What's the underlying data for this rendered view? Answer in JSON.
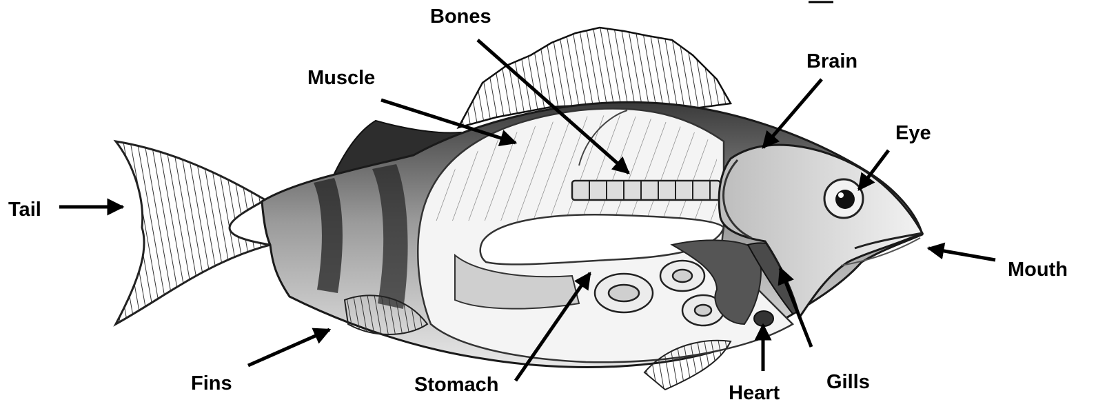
{
  "diagram": {
    "labels": {
      "bones": "Bones",
      "muscle": "Muscle",
      "brain": "Brain",
      "eye": "Eye",
      "tail": "Tail",
      "mouth": "Mouth",
      "fins": "Fins",
      "stomach": "Stomach",
      "heart": "Heart",
      "gills": "Gills"
    },
    "colors": {
      "ink": "#000000",
      "dark_shade": "#2b2b2b",
      "mid_shade": "#7a7a7a",
      "light_shade": "#d9d9d9",
      "background": "#ffffff"
    }
  }
}
